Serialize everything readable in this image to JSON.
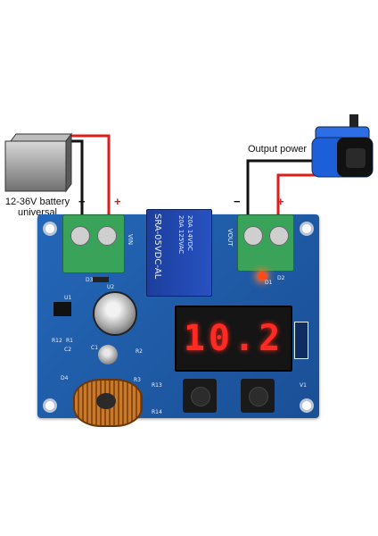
{
  "labels": {
    "battery_line1": "12-36V battery",
    "battery_line2": "universal",
    "output_power": "Output power",
    "minus": "−",
    "plus": "+"
  },
  "display": {
    "value": "10.2"
  },
  "relay": {
    "line1": "20A 14VDC",
    "line2": "20A 125VAC",
    "model": "SRA-05VDC-AL"
  },
  "silkscreen": {
    "vin": "VIN",
    "vout": "VOUT",
    "d3": "D3",
    "d1": "D1",
    "d2": "D2",
    "u1": "U1",
    "u2": "U2",
    "r12": "R12",
    "r1": "R1",
    "c2": "C2",
    "c1": "C1",
    "r2": "R2",
    "r3": "R3",
    "r13": "R13",
    "r14": "R14",
    "d4": "D4",
    "v1": "V1"
  },
  "colors": {
    "pcb": "#1f5fae",
    "terminal": "#3aa35a",
    "wire_red": "#e01b1b",
    "wire_black": "#111111",
    "display_red": "#ff2a22",
    "pump_blue": "#1d5fd8"
  }
}
